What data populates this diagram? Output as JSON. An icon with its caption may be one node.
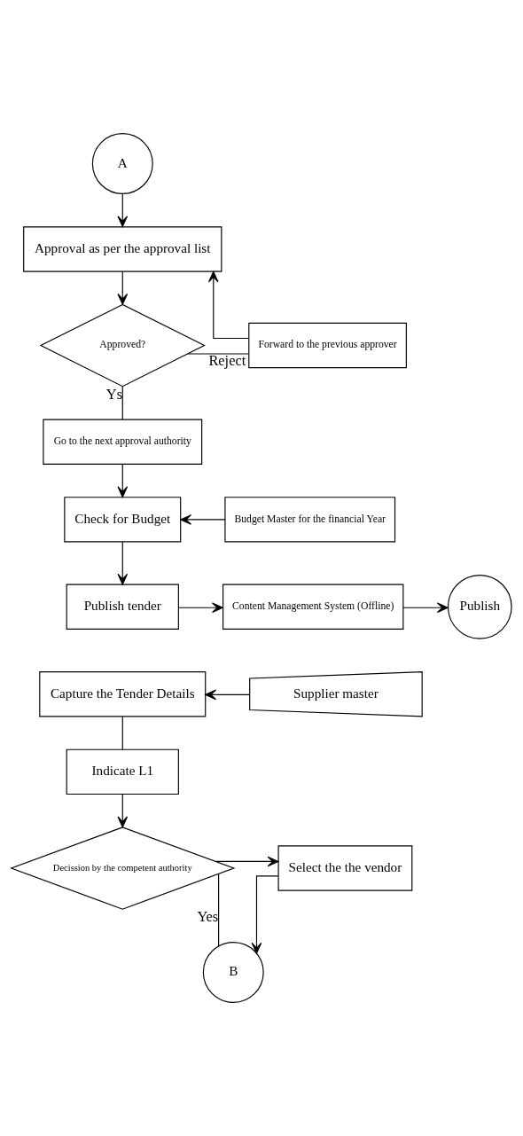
{
  "diagram": {
    "nodes": [
      {
        "text": [
          "A"
        ]
      },
      {
        "text": [
          "Approval as per the approval list"
        ]
      },
      {
        "text": [
          "Approved?"
        ]
      },
      {
        "text": [
          "Forward to the previous approver"
        ]
      },
      {
        "text": [
          "Go to the next approval authority"
        ]
      },
      {
        "text": [
          "Check for Budget"
        ]
      },
      {
        "text": [
          "Budget Master for the financial Year"
        ]
      },
      {
        "text": [
          "Publish tender"
        ]
      },
      {
        "text": [
          "Content Management System (Offline)"
        ]
      },
      {
        "text": [
          "Publish"
        ]
      },
      {
        "text": [
          "Capture the Tender Details"
        ]
      },
      {
        "text": [
          "Supplier master"
        ]
      },
      {
        "text": [
          "Indicate L1"
        ]
      },
      {
        "text": [
          "Decission by the competent authority"
        ]
      },
      {
        "text": [
          "Select the the vendor"
        ]
      },
      {
        "text": [
          "B"
        ]
      }
    ],
    "edges": [
      {
        "from": 0,
        "to": 1,
        "arrow": "to"
      },
      {
        "from": 1,
        "to": 2,
        "arrow": "to"
      },
      {
        "from": 2,
        "to": 3,
        "arrow": "none",
        "label": "Reject"
      },
      {
        "from": 3,
        "to": 1,
        "arrow": "to"
      },
      {
        "from": 2,
        "to": 4,
        "arrow": "none",
        "label": "Ys"
      },
      {
        "from": 4,
        "to": 5,
        "arrow": "to"
      },
      {
        "from": 6,
        "to": 5,
        "arrow": "to"
      },
      {
        "from": 5,
        "to": 7,
        "arrow": "to"
      },
      {
        "from": 7,
        "to": 8,
        "arrow": "to"
      },
      {
        "from": 8,
        "to": 9,
        "arrow": "to"
      },
      {
        "from": 11,
        "to": 10,
        "arrow": "to"
      },
      {
        "from": 10,
        "to": 12,
        "arrow": "none"
      },
      {
        "from": 12,
        "to": 13,
        "arrow": "to"
      },
      {
        "from": 13,
        "to": 14,
        "arrow": "to"
      },
      {
        "from": 13,
        "to": 15,
        "arrow": "none",
        "label": "Yes"
      },
      {
        "from": 14,
        "to": 15,
        "arrow": "to"
      }
    ]
  }
}
